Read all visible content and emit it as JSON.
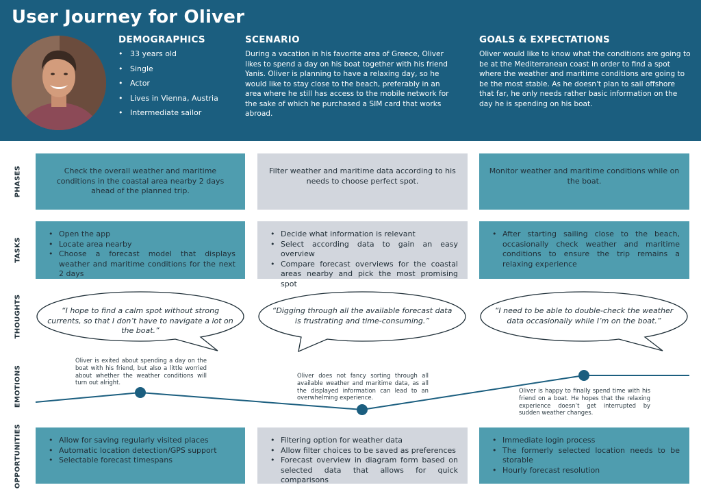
{
  "header": {
    "title": "User Journey for Oliver",
    "demographics": {
      "heading": "DEMOGRAPHICS",
      "items": [
        "33 years old",
        "Single",
        "Actor",
        "Lives in Vienna, Austria",
        "Intermediate sailor"
      ]
    },
    "scenario": {
      "heading": "SCENARIO",
      "text": "During a vacation in his favorite area of Greece, Oliver likes to spend a day on his boat together with his friend Yanis. Oliver is planning to have a relaxing day, so he would like to stay close to the beach, preferably in an area where he still has access to the mobile network for the sake of which he purchased a SIM card that works abroad."
    },
    "goals": {
      "heading": "GOALS & EXPECTATIONS",
      "text": "Oliver would like to know what the conditions are going to be at the Mediterranean coast in order to find a spot where the weather and maritime conditions are going to be the most stable. As he doesn't plan to sail offshore that far, he only needs rather basic information on the day he is spending on his boat."
    }
  },
  "rows": {
    "phases": "PHASES",
    "tasks": "TASKS",
    "thoughts": "THOUGHTS",
    "emotions": "EMOTIONS",
    "opportunities": "OPPORTUNITIES"
  },
  "phases": [
    "Check the overall weather and maritime conditions in the coastal area nearby 2 days ahead of the planned trip.",
    "Filter weather and maritime data according to his needs to choose perfect spot.",
    "Monitor weather and maritime conditions while on the boat."
  ],
  "tasks": [
    [
      "Open the app",
      "Locate area nearby",
      "Choose a forecast model that displays weather and maritime conditions for the next 2 days"
    ],
    [
      "Decide what information is relevant",
      "Select according data to gain an easy overview",
      "Compare forecast overviews for the coastal areas nearby and pick the most promising spot"
    ],
    [
      "After starting sailing close to the beach, occasionally check weather and maritime conditions to ensure the trip remains a relaxing experience"
    ]
  ],
  "thoughts": [
    "“I hope to find a calm spot without strong currents, so that I don’t have to navigate a lot on the boat.”",
    "“Digging through all the available forecast data is frustrating and time-consuming.”",
    "“I need to be able to double-check the weather data occasionally while I’m on the boat.”"
  ],
  "emotions": [
    "Oliver is exited about spending a day on the boat with his friend, but also a little worried about whether the weather conditions will turn out alright.",
    "Oliver does not fancy sorting through all available weather and maritime data, as all the displayed information can lead to an overwhelming experience.",
    "Oliver is happy to finally spend time with his friend on a boat. He hopes that the relaxing experience doesn’t get interrupted by sudden weather changes."
  ],
  "opportunities": [
    [
      "Allow for saving regularly visited places",
      "Automatic location detection/GPS support",
      "Selectable forecast timespans"
    ],
    [
      "Filtering option for weather data",
      "Allow filter choices to be saved as preferences",
      "Forecast overview in diagram form based on selected data that allows for quick comparisons"
    ],
    [
      "Immediate login process",
      "The formerly selected location needs to be storable",
      "Hourly forecast resolution"
    ]
  ],
  "colors": {
    "header": "#1b5e7f",
    "teal_box": "#4f9daf",
    "grey_box": "#d2d6dd",
    "emotion_line": "#1b5e7f"
  }
}
